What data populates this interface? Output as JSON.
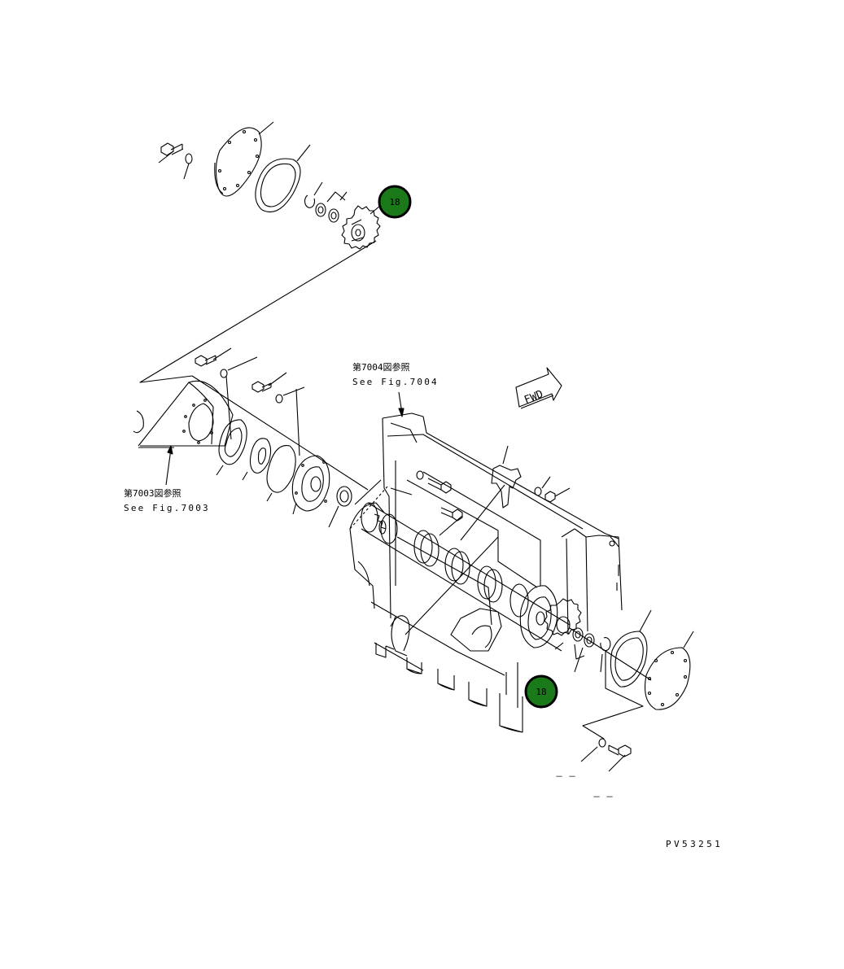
{
  "callouts": [
    {
      "id": "upper",
      "number": "18",
      "color": "#1a7a1a"
    },
    {
      "id": "lower",
      "number": "18",
      "color": "#1a7a1a"
    }
  ],
  "references": {
    "fig7004_jp": "第7004図参照",
    "fig7004_en": "See Fig.7004",
    "fig7003_jp": "第7003図参照",
    "fig7003_en": "See Fig.7003"
  },
  "fwd_label": "FWD",
  "drawing_code": "PV53251",
  "dashes": [
    "－ －",
    "－ －"
  ]
}
